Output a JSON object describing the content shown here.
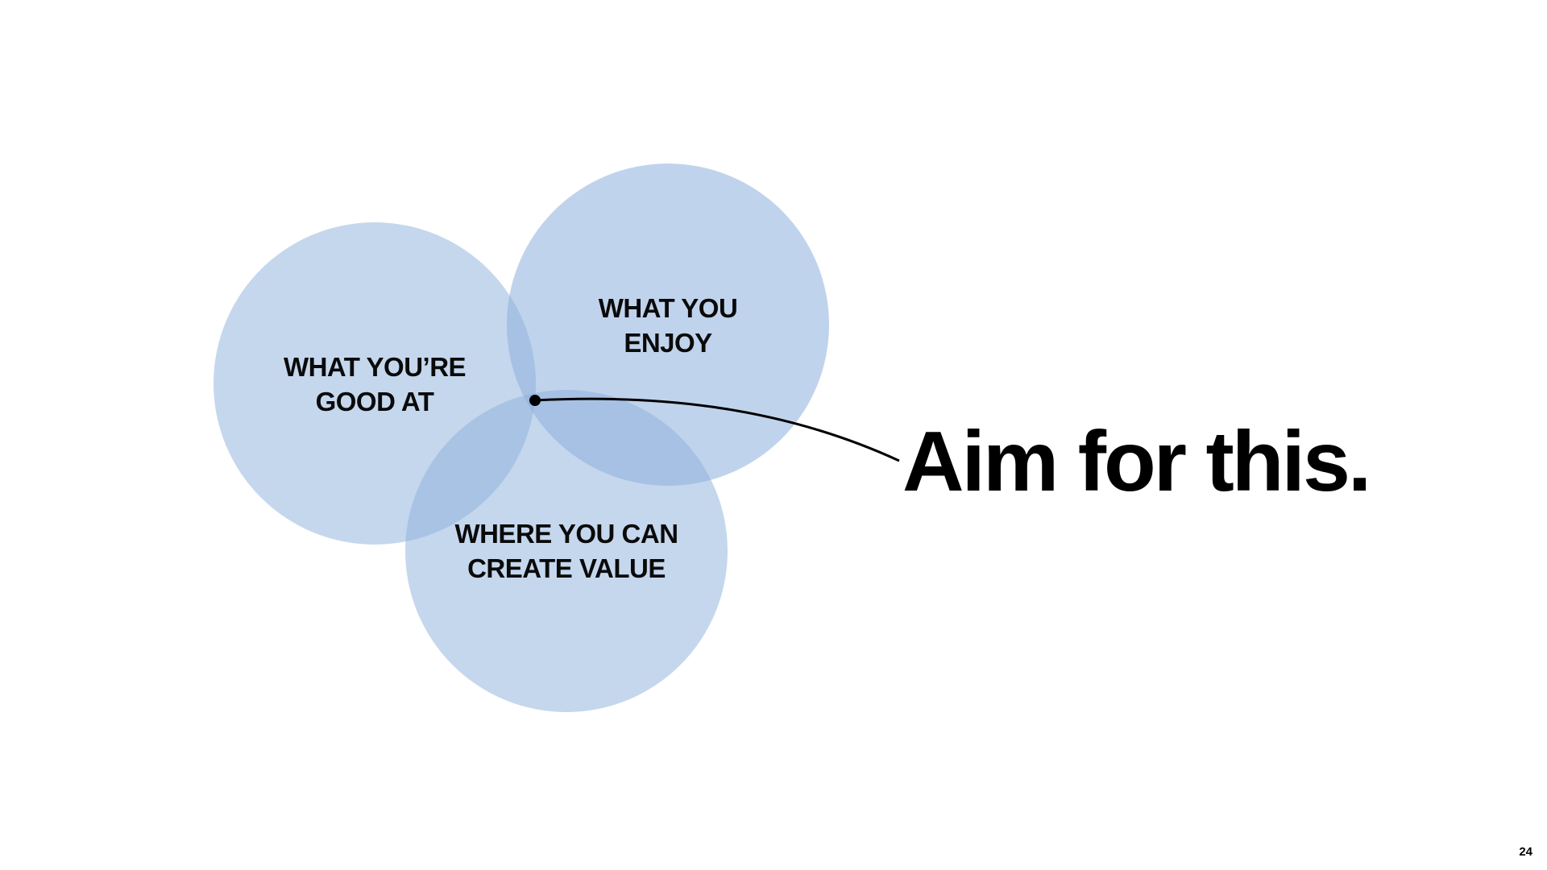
{
  "diagram": {
    "circles": [
      {
        "id": "good-at",
        "lines": [
          "WHAT YOU’RE",
          "GOOD AT"
        ]
      },
      {
        "id": "enjoy",
        "lines": [
          "WHAT YOU",
          "ENJOY"
        ]
      },
      {
        "id": "value",
        "lines": [
          "WHERE YOU CAN",
          "CREATE VALUE"
        ]
      }
    ],
    "circle_color": "#8cafdc"
  },
  "callout": "Aim for this.",
  "page_number": "24"
}
